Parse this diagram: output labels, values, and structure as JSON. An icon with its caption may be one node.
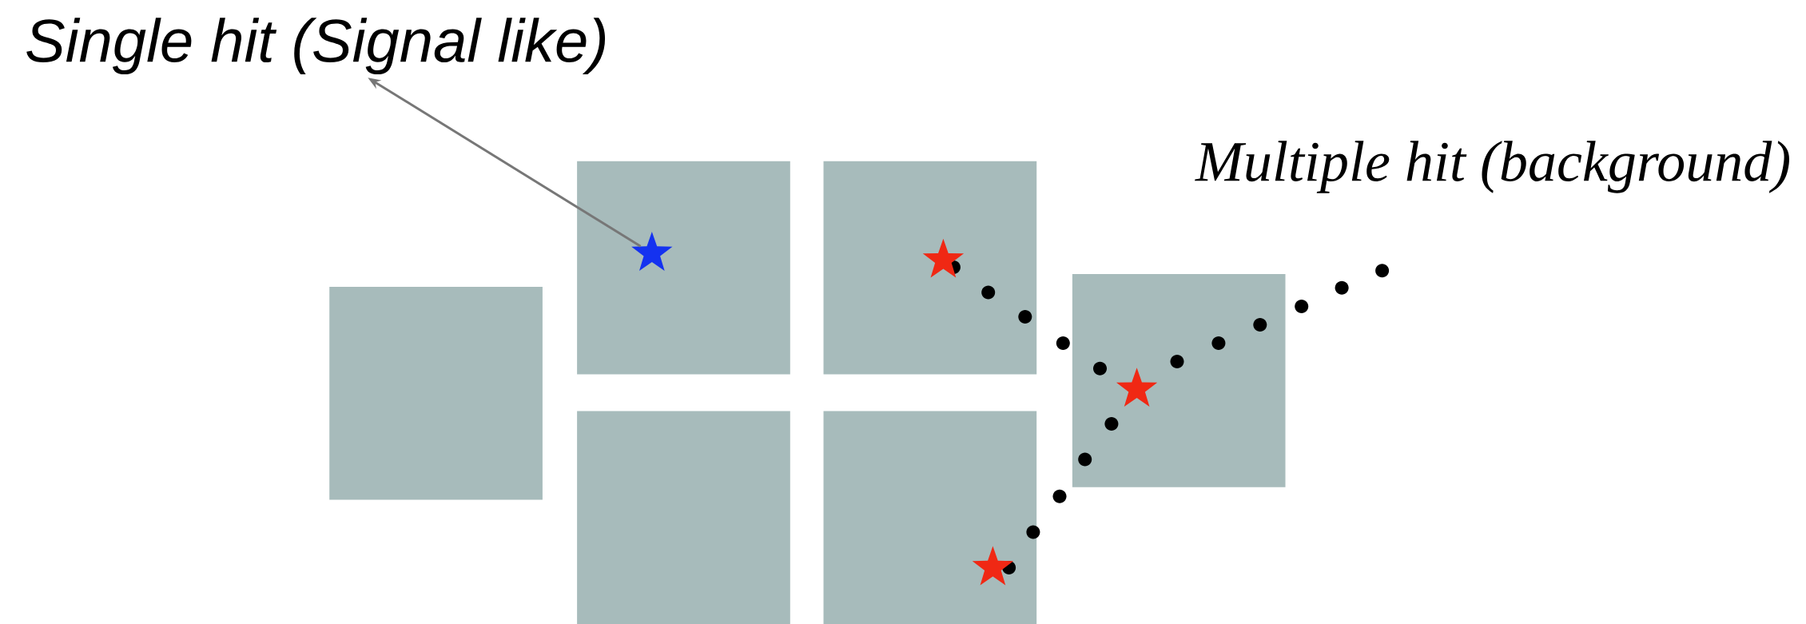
{
  "diagram": {
    "nodes": [
      {
        "text": [
          "Single hit (Signal like)"
        ]
      },
      {
        "text": [],
        "shape": "star"
      }
    ],
    "edges": [
      {
        "from": 1,
        "to": 0,
        "arrow": "to"
      }
    ],
    "labels": [
      "Multiple hit (background)"
    ]
  }
}
